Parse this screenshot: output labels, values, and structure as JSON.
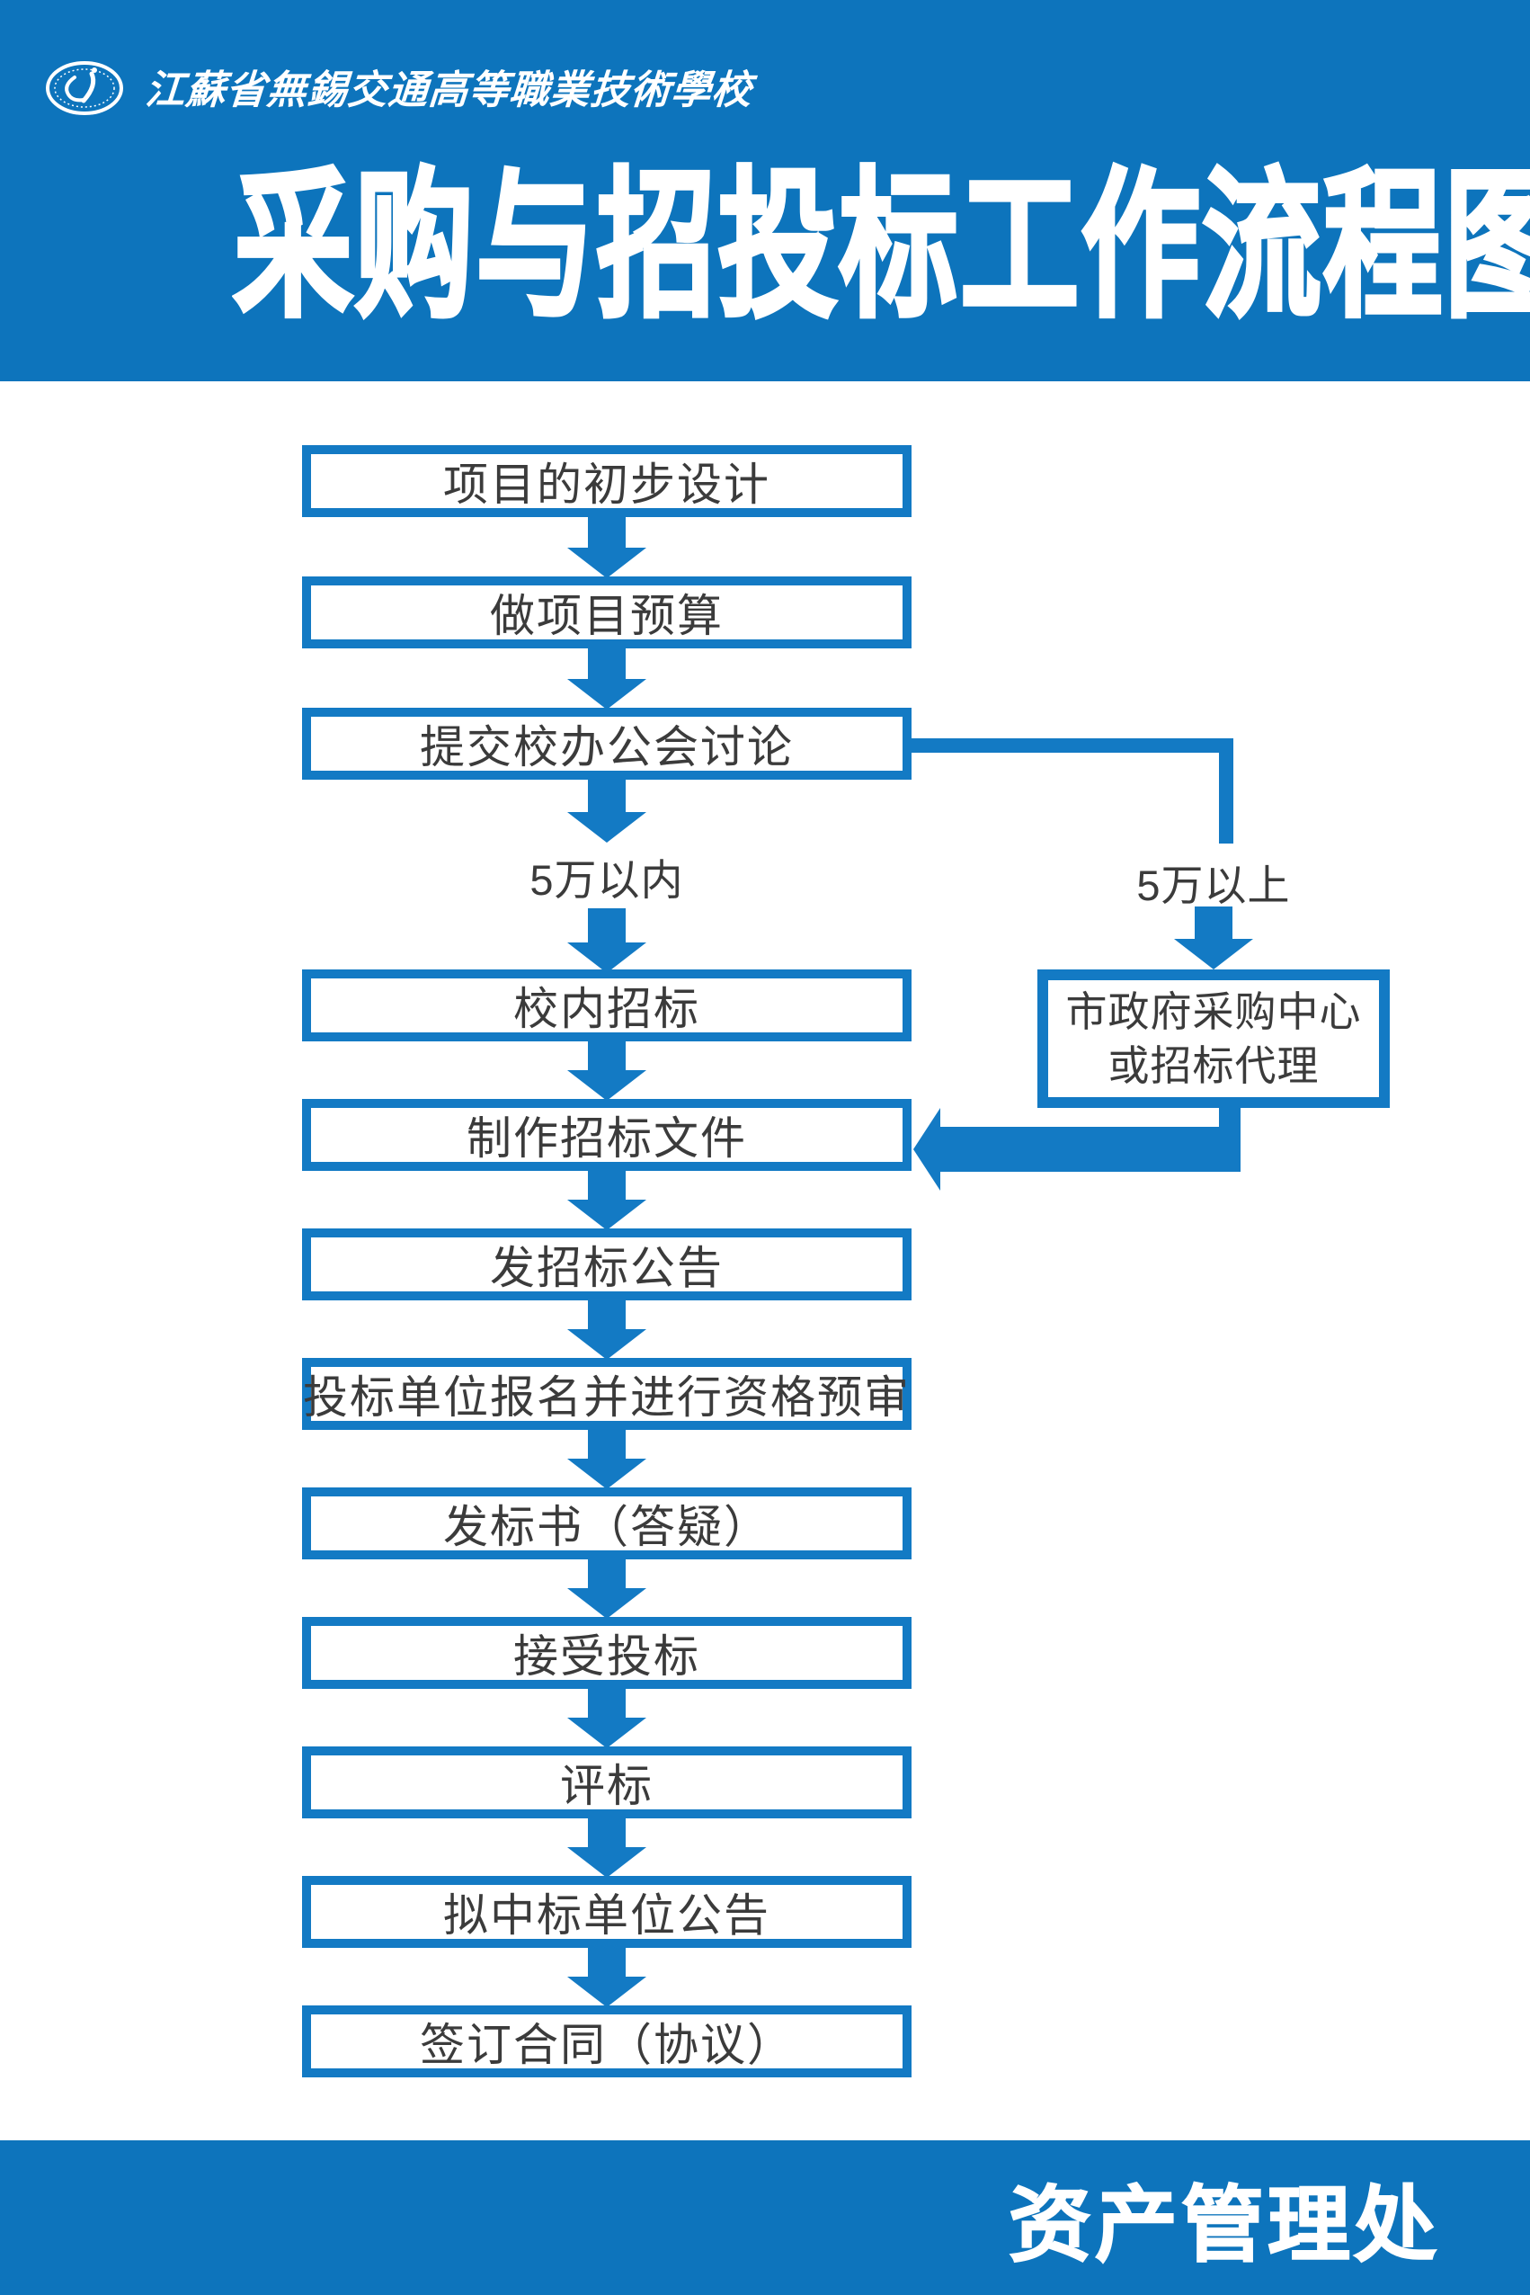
{
  "header": {
    "school_name": "江蘇省無錫交通高等職業技術學校",
    "title": "采购与招投标工作流程图",
    "logo": "school-seal-logo"
  },
  "flow": {
    "steps": [
      {
        "label": "项目的初步设计"
      },
      {
        "label": "做项目预算"
      },
      {
        "label": "提交校办公会讨论"
      },
      {
        "label": "校内招标"
      },
      {
        "label": "制作招标文件"
      },
      {
        "label": "发招标公告"
      },
      {
        "label": "投标单位报名并进行资格预审"
      },
      {
        "label": "发标书（答疑）"
      },
      {
        "label": "接受投标"
      },
      {
        "label": "评标"
      },
      {
        "label": "拟中标单位公告"
      },
      {
        "label": "签订合同（协议）"
      }
    ],
    "branch_labels": {
      "left": "5万以内",
      "right": "5万以上"
    },
    "side_box": {
      "line1": "市政府采购中心",
      "line2": "或招标代理"
    }
  },
  "footer": {
    "department": "资产管理处"
  },
  "colors": {
    "header_blue": "#0d74bc",
    "accent_blue": "#137ac4",
    "box_text": "#3b3b3b",
    "white": "#ffffff"
  }
}
